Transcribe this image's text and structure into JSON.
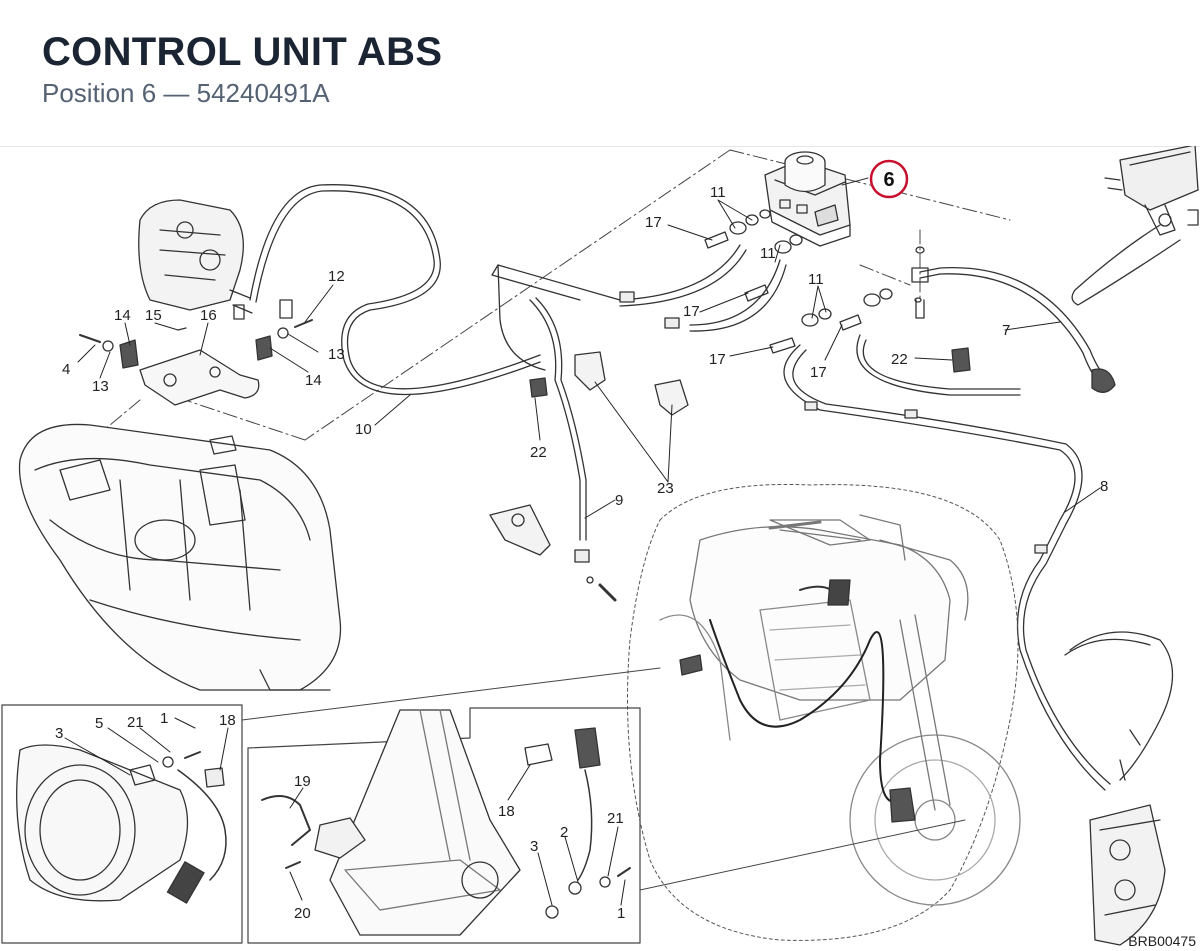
{
  "header": {
    "title": "CONTROL UNIT ABS",
    "subtitle": "Position 6 — 54240491A"
  },
  "diagram": {
    "reference_code": "BRB00475",
    "highlight_color": "#c8102e",
    "highlighted": {
      "label": "6"
    },
    "callouts": [
      {
        "label": "11"
      },
      {
        "label": "17"
      },
      {
        "label": "11"
      },
      {
        "label": "17"
      },
      {
        "label": "11"
      },
      {
        "label": "17"
      },
      {
        "label": "17"
      },
      {
        "label": "7"
      },
      {
        "label": "22"
      },
      {
        "label": "12"
      },
      {
        "label": "13"
      },
      {
        "label": "14"
      },
      {
        "label": "14"
      },
      {
        "label": "15"
      },
      {
        "label": "16"
      },
      {
        "label": "4"
      },
      {
        "label": "13"
      },
      {
        "label": "10"
      },
      {
        "label": "22"
      },
      {
        "label": "23"
      },
      {
        "label": "9"
      },
      {
        "label": "8"
      },
      {
        "label": "1"
      },
      {
        "label": "5"
      },
      {
        "label": "21"
      },
      {
        "label": "18"
      },
      {
        "label": "3"
      },
      {
        "label": "19"
      },
      {
        "label": "18"
      },
      {
        "label": "20"
      },
      {
        "label": "3"
      },
      {
        "label": "2"
      },
      {
        "label": "21"
      },
      {
        "label": "1"
      }
    ]
  }
}
